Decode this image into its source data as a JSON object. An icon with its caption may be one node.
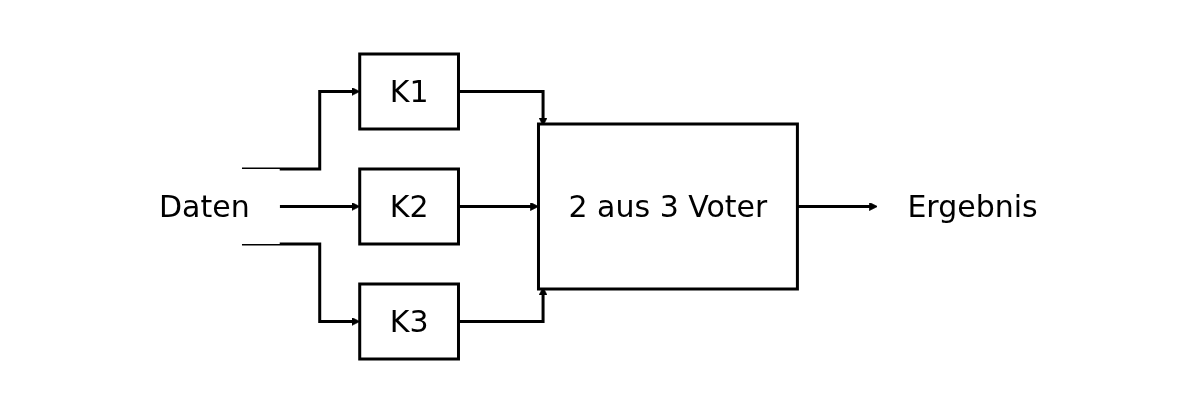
{
  "diagram": {
    "nodes": [
      {
        "text": [
          "Daten"
        ]
      },
      {
        "text": [
          "K1"
        ]
      },
      {
        "text": [
          "K2"
        ]
      },
      {
        "text": [
          "K3"
        ]
      },
      {
        "text": [
          "2 aus 3 Voter"
        ]
      },
      {
        "text": [
          "Ergebnis"
        ]
      }
    ],
    "edges": [
      {
        "from": 0,
        "to": 1,
        "arrow": "to"
      },
      {
        "from": 0,
        "to": 2,
        "arrow": "to"
      },
      {
        "from": 0,
        "to": 3,
        "arrow": "to"
      },
      {
        "from": 1,
        "to": 4,
        "arrow": "to"
      },
      {
        "from": 2,
        "to": 4,
        "arrow": "to"
      },
      {
        "from": 3,
        "to": 4,
        "arrow": "to"
      },
      {
        "from": 4,
        "to": 5,
        "arrow": "to"
      }
    ]
  }
}
